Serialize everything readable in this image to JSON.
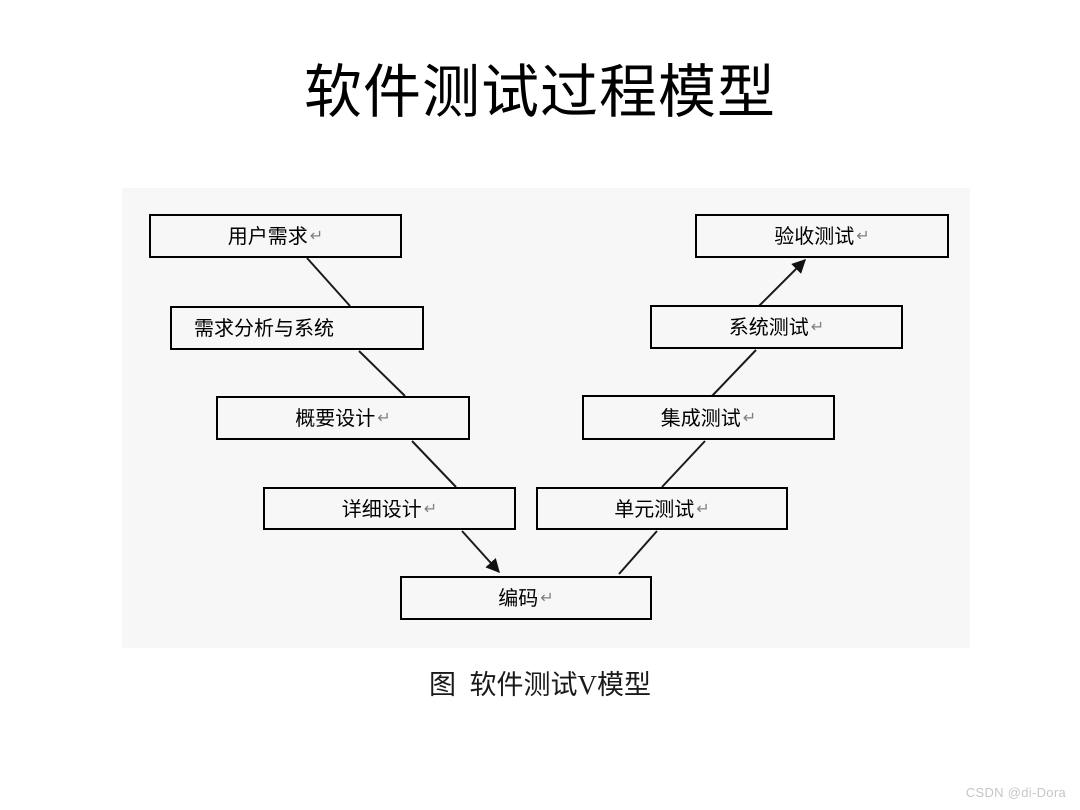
{
  "slide": {
    "title": "软件测试过程模型",
    "caption": "图  软件测试V模型",
    "watermark": "CSDN @di-Dora",
    "panel_bg": "#f7f7f7",
    "line_color": "#1a1a1a",
    "text_color": "#000000"
  },
  "diagram": {
    "name": "software-testing-v-model",
    "pilcrow": "↵",
    "left_branch_label": "development-phases",
    "right_branch_label": "testing-phases",
    "boxes": [
      {
        "id": "user-requirements",
        "label": "用户需求",
        "mark": "↵",
        "side": "left",
        "level": 1
      },
      {
        "id": "requirements-analysis",
        "label": "需求分析与系统",
        "mark": "",
        "side": "left",
        "level": 2
      },
      {
        "id": "outline-design",
        "label": "概要设计",
        "mark": "↵",
        "side": "left",
        "level": 3
      },
      {
        "id": "detailed-design",
        "label": "详细设计",
        "mark": "↵",
        "side": "left",
        "level": 4
      },
      {
        "id": "coding",
        "label": "编码",
        "mark": "↵",
        "side": "bottom",
        "level": 5
      },
      {
        "id": "unit-testing",
        "label": "单元测试",
        "mark": "↵",
        "side": "right",
        "level": 4
      },
      {
        "id": "integration-testing",
        "label": "集成测试",
        "mark": "↵",
        "side": "right",
        "level": 3
      },
      {
        "id": "system-testing",
        "label": "系统测试",
        "mark": "↵",
        "side": "right",
        "level": 2
      },
      {
        "id": "acceptance-testing",
        "label": "验收测试",
        "mark": "↵",
        "side": "right",
        "level": 1
      }
    ],
    "connectors": [
      {
        "from": "user-requirements",
        "to": "requirements-analysis",
        "arrow": false
      },
      {
        "from": "requirements-analysis",
        "to": "outline-design",
        "arrow": false
      },
      {
        "from": "outline-design",
        "to": "detailed-design",
        "arrow": false
      },
      {
        "from": "detailed-design",
        "to": "coding",
        "arrow": true
      },
      {
        "from": "coding",
        "to": "unit-testing",
        "arrow": false
      },
      {
        "from": "unit-testing",
        "to": "integration-testing",
        "arrow": false
      },
      {
        "from": "integration-testing",
        "to": "system-testing",
        "arrow": false
      },
      {
        "from": "system-testing",
        "to": "acceptance-testing",
        "arrow": true
      }
    ]
  }
}
